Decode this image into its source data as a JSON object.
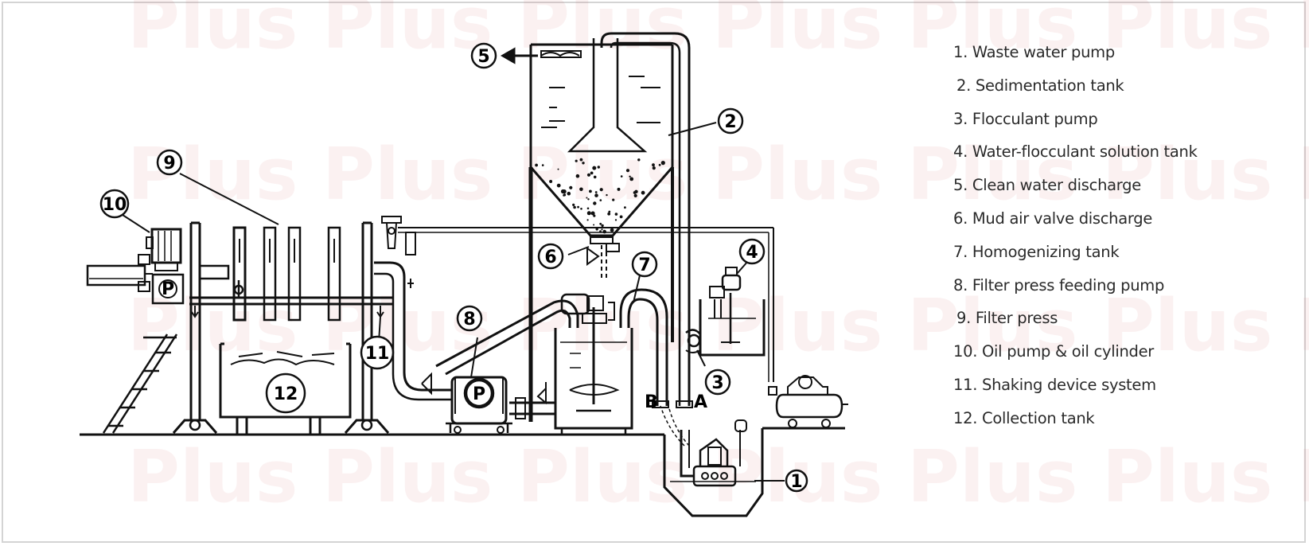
{
  "watermark": {
    "text": "Plus",
    "color": "#c42025"
  },
  "callouts": [
    "1",
    "2",
    "3",
    "4",
    "5",
    "6",
    "7",
    "8",
    "9",
    "10",
    "11",
    "12"
  ],
  "valve_labels": {
    "b": "B",
    "a": "A"
  },
  "pump_symbol": "P",
  "legend": [
    "1. Waste water pump",
    "2. Sedimentation tank",
    "3. Flocculant pump",
    "4. Water-flocculant solution tank",
    "5. Clean water discharge",
    "6. Mud air valve discharge",
    "7. Homogenizing tank",
    "8. Filter press feeding pump",
    "9. Filter press",
    "10. Oil pump & oil cylinder",
    "11. Shaking device system",
    "12. Collection tank"
  ],
  "colors": {
    "line": "#111111",
    "text": "#2a2a2a",
    "border": "#d4d4d4"
  }
}
